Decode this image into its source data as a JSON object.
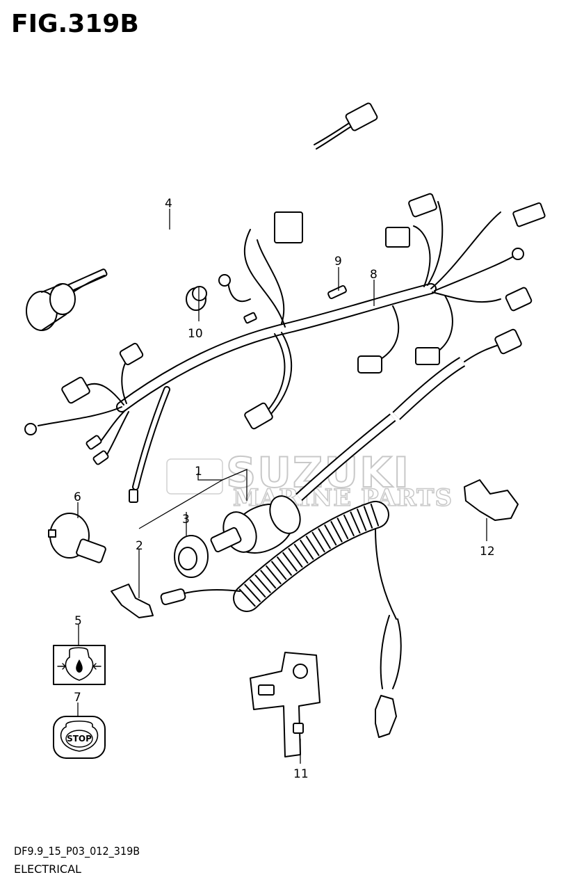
{
  "figure": {
    "title": "FIG.319B",
    "code": "DF9.9_15_P03_012_319B",
    "section": "ELECTRICAL"
  },
  "watermark": {
    "line1": "SUZUKI",
    "line2": "MARINE PARTS"
  },
  "callouts": [
    "1",
    "2",
    "3",
    "4",
    "5",
    "6",
    "7",
    "8",
    "9",
    "10",
    "11",
    "12"
  ],
  "labels": {
    "stop_switch_text": "STOP"
  }
}
